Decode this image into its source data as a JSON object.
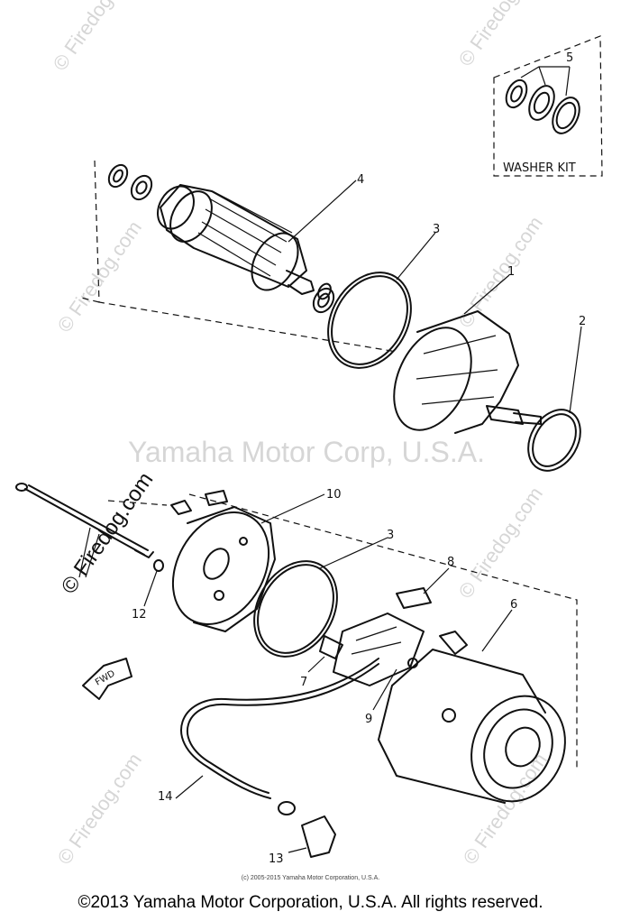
{
  "watermarks": {
    "center": "Yamaha Motor Corp, U.S.A.",
    "brand": "© Firedog.com",
    "brand_large": "© Firedog.com"
  },
  "labels": {
    "p1": "1",
    "p2": "2",
    "p3a": "3",
    "p3b": "3",
    "p4": "4",
    "p5": "5",
    "p6": "6",
    "p7": "7",
    "p8": "8",
    "p9": "9",
    "p10": "10",
    "p12": "12",
    "p13": "13",
    "p14": "14",
    "washer_kit": "WASHER KIT",
    "fwd": "FWD"
  },
  "footer": {
    "small_copyright": "(c) 2005-2015 Yamaha Motor Corporation, U.S.A.",
    "copyright": "©2013 Yamaha Motor Corporation, U.S.A. All rights reserved."
  }
}
